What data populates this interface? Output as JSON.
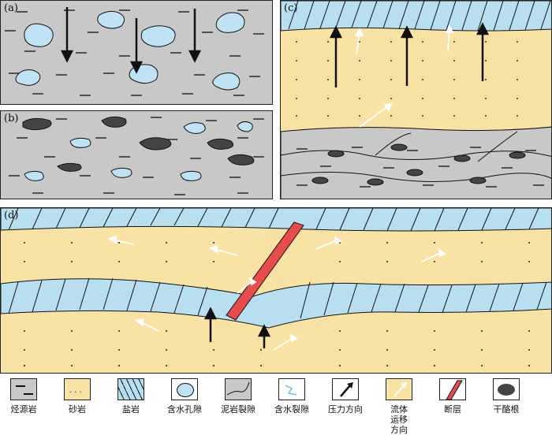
{
  "panels": {
    "a": {
      "label": "(a)"
    },
    "b": {
      "label": "(b)"
    },
    "c": {
      "label": "(c)"
    },
    "d": {
      "label": "(d)"
    }
  },
  "legend": [
    {
      "id": "source-rock",
      "label": "烃源岩"
    },
    {
      "id": "sandstone",
      "label": "砂岩"
    },
    {
      "id": "salt-rock",
      "label": "盐岩"
    },
    {
      "id": "water-pore",
      "label": "含水孔隙"
    },
    {
      "id": "mudstone-fracture",
      "label": "泥岩裂隙"
    },
    {
      "id": "water-fracture",
      "label": "含水裂隙"
    },
    {
      "id": "pressure-direction",
      "label": "压力方向"
    },
    {
      "id": "fluid-migration",
      "label": "流体运移方向"
    },
    {
      "id": "fault",
      "label": "断层"
    },
    {
      "id": "dry-asphalt",
      "label": "干酪根"
    }
  ],
  "colors": {
    "source_rock": "#c8c8c8",
    "sandstone": "#f8e3a4",
    "salt": "#b8dff0",
    "water_pore": "#bfe3f4",
    "kerogen": "#444444",
    "fault": "#e84c4c"
  }
}
